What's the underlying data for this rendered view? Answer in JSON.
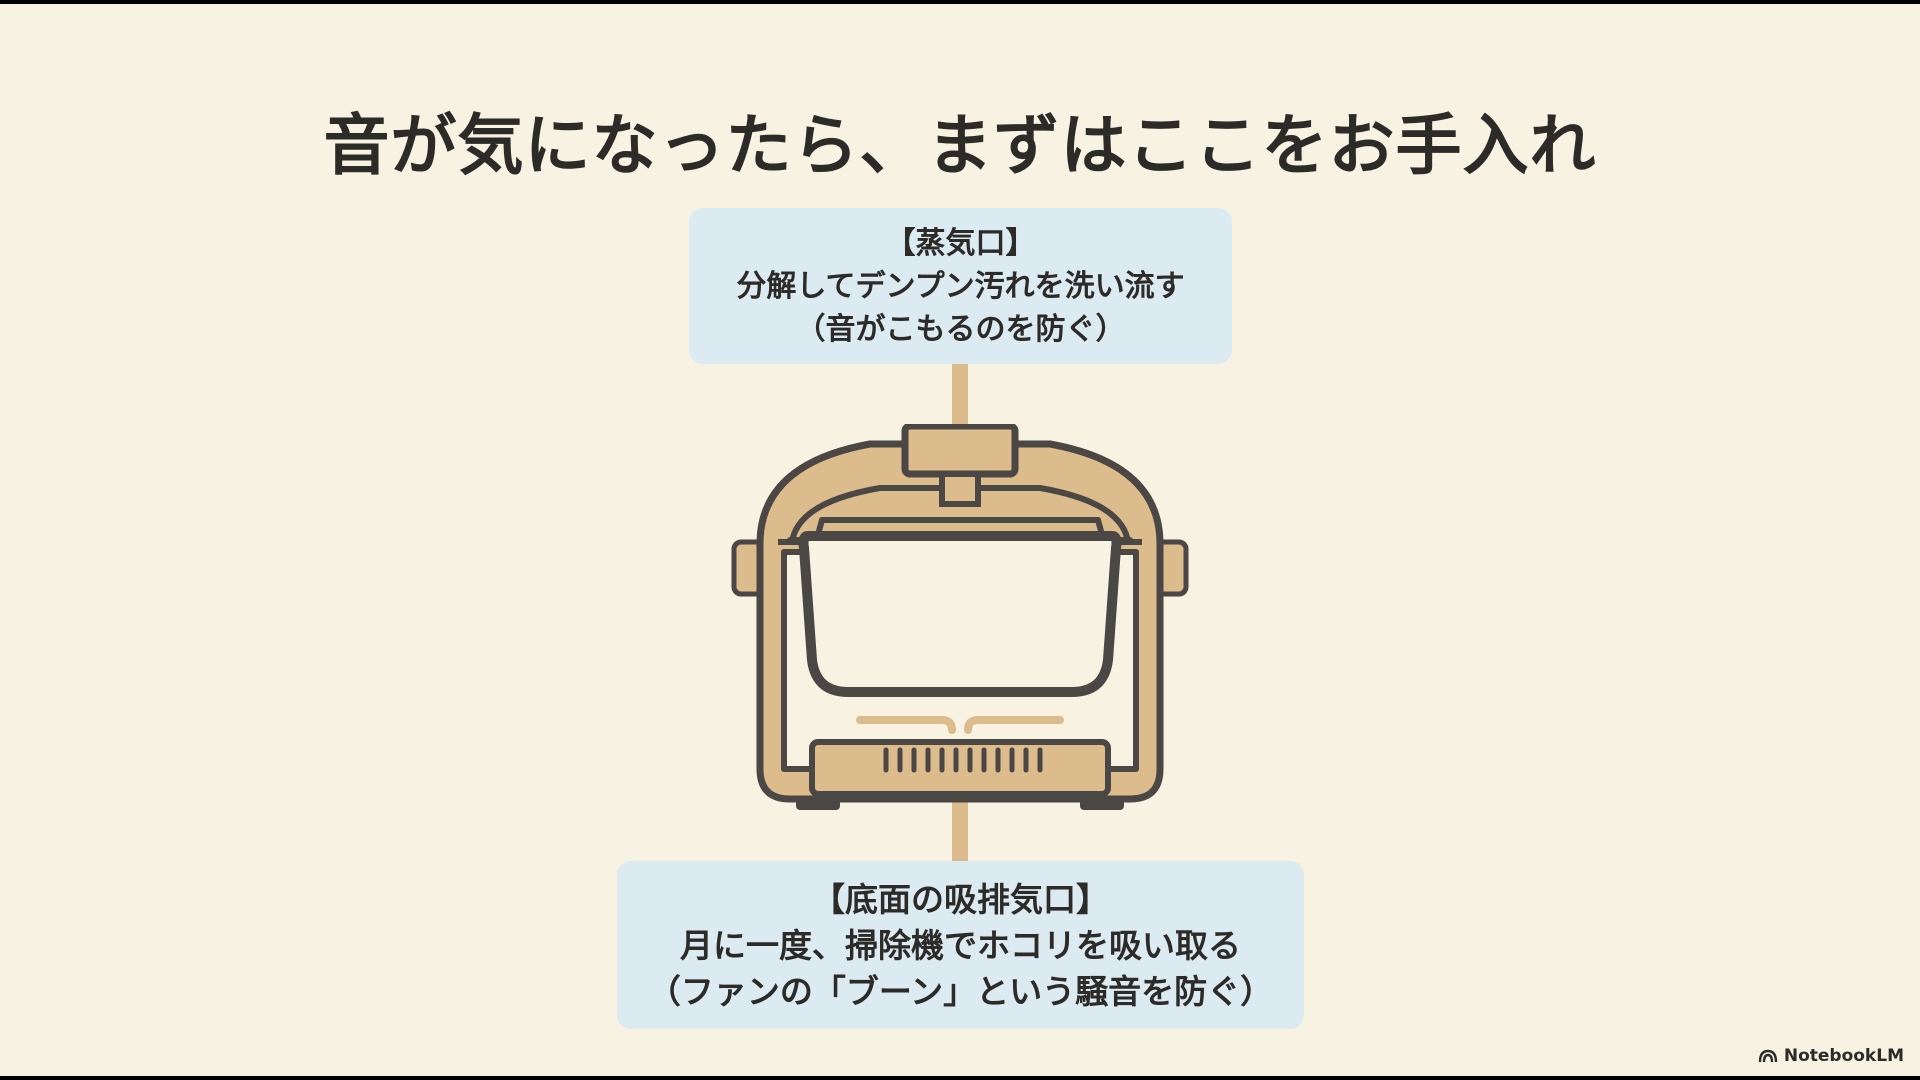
{
  "slide": {
    "title": "音が気になったら、まずはここをお手入れ"
  },
  "callouts": {
    "steam_vent": {
      "heading": "【蒸気口】",
      "line1": "分解してデンプン汚れを洗い流す",
      "line2": "（音がこもるのを防ぐ）"
    },
    "bottom_vent": {
      "heading": "【底面の吸排気口】",
      "line1": "月に一度、掃除機でホコリを吸い取る",
      "line2": "（ファンの「ブーン」という騒音を防ぐ）"
    }
  },
  "illustration": {
    "subject": "rice-cooker-icon",
    "colors": {
      "body": "#dcbb8c",
      "outline": "#4a4744",
      "interior": "#f7f2e2",
      "callout_bg": "#dcebf1"
    }
  },
  "footer": {
    "brand": "NotebookLM",
    "brand_icon": "notebooklm-logo-icon"
  }
}
